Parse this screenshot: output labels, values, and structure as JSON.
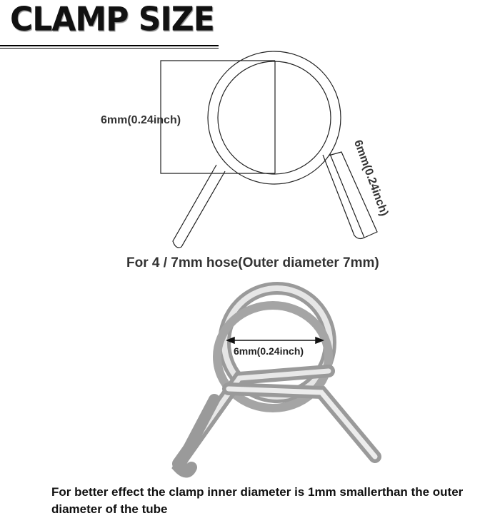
{
  "header": {
    "title": "CLAMP SIZE"
  },
  "diagram": {
    "inner_diameter_label": "6mm(0.24inch)",
    "leg_width_label": "6mm(0.24inch)",
    "hose_caption": "For 4 / 7mm hose(Outer diameter 7mm)"
  },
  "photo": {
    "inner_diameter_label": "6mm(0.24inch)"
  },
  "footer": {
    "note": "For better effect the clamp inner diameter is 1mm smallerthan the outer diameter of the tube"
  },
  "colors": {
    "line": "#222222",
    "text": "#333333",
    "metal": "#b8b8b8"
  }
}
